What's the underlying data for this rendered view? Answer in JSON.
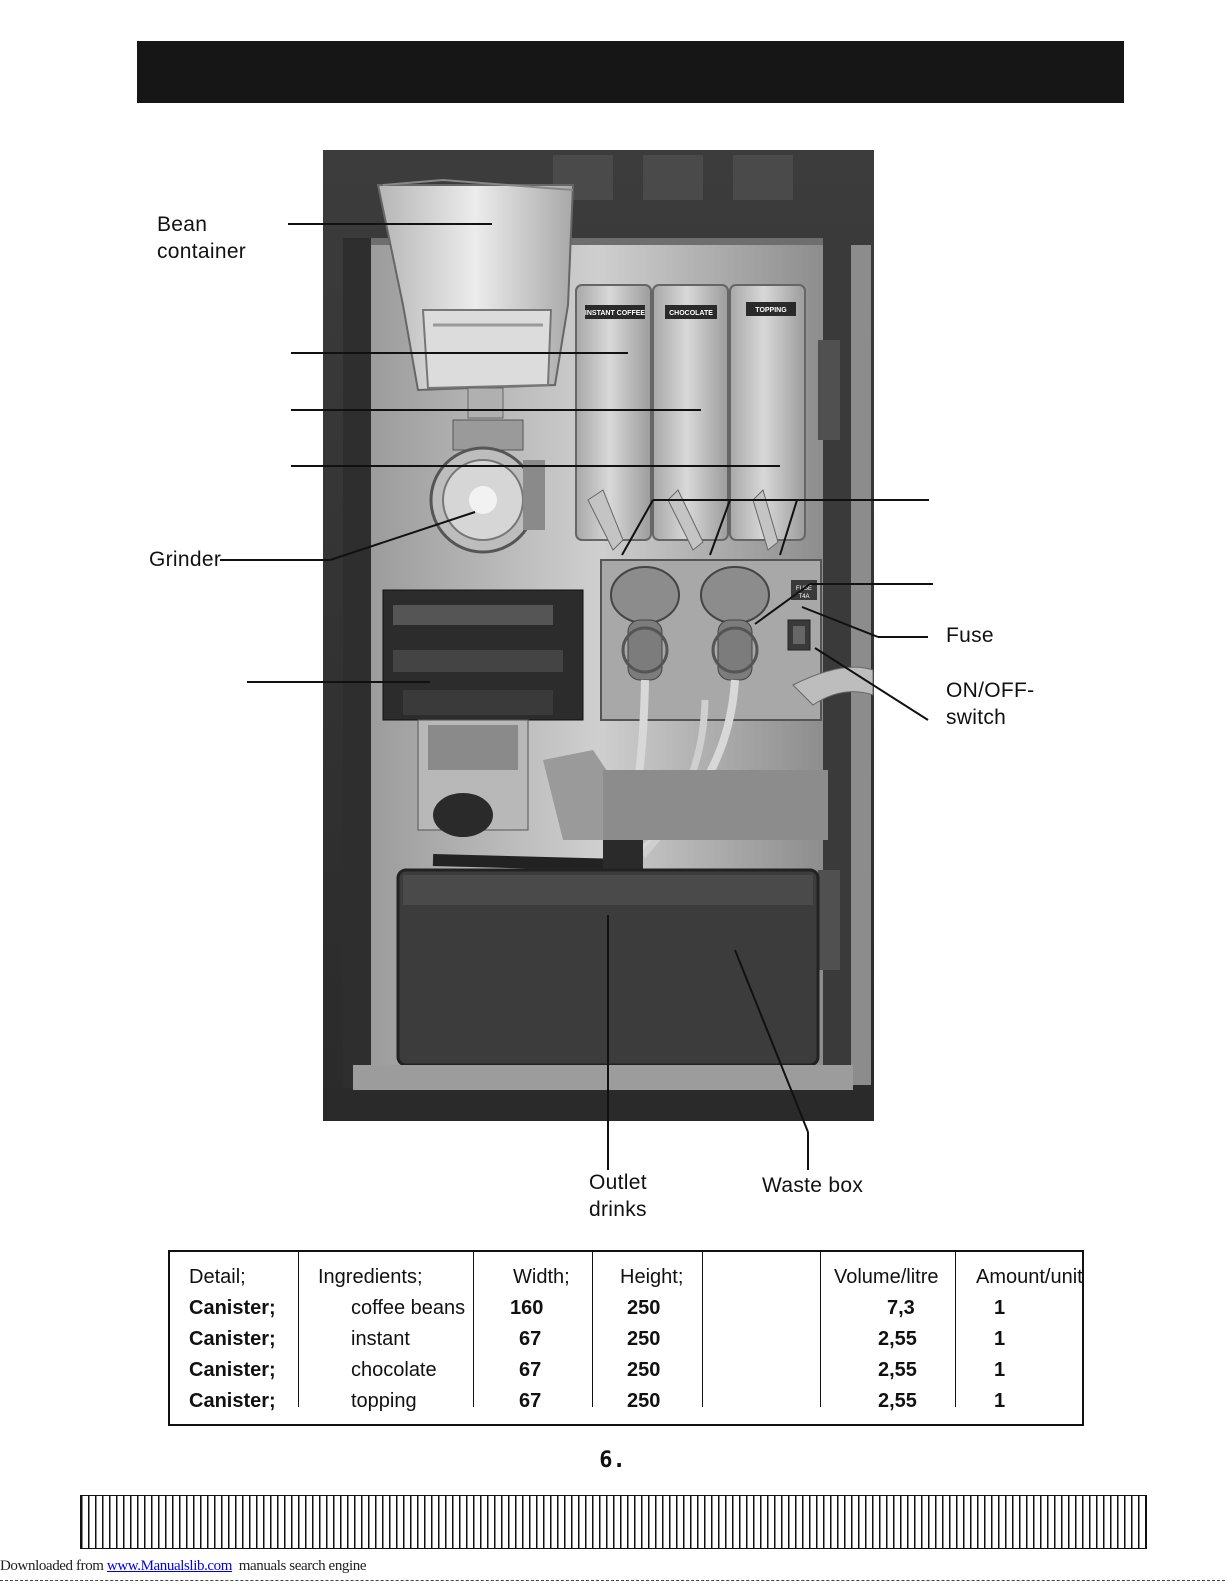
{
  "photo": {
    "canister_labels": [
      "INSTANT COFFEE",
      "CHOCOLATE",
      "TOPPING"
    ],
    "fuse_label": [
      "FUSE",
      "T4A"
    ]
  },
  "callouts": {
    "bean_container": "Bean\ncontainer",
    "grinder": "Grinder",
    "fuse": "Fuse",
    "on_off_switch": "ON/OFF-\nswitch",
    "outlet_drinks": "Outlet\ndrinks",
    "waste_box": "Waste box"
  },
  "table": {
    "headers": {
      "detail": "Detail;",
      "ingredients": "Ingredients;",
      "width": "Width;",
      "height": "Height;",
      "volume": "Volume/litre",
      "amount": "Amount/unit"
    },
    "rows": [
      {
        "detail": "Canister;",
        "ingredient": "coffee beans",
        "width": "160",
        "height": "250",
        "volume": "7,3",
        "amount": "1"
      },
      {
        "detail": "Canister;",
        "ingredient": "instant",
        "width": "67",
        "height": "250",
        "volume": "2,55",
        "amount": "1"
      },
      {
        "detail": "Canister;",
        "ingredient": "chocolate",
        "width": "67",
        "height": "250",
        "volume": "2,55",
        "amount": "1"
      },
      {
        "detail": "Canister;",
        "ingredient": "topping",
        "width": "67",
        "height": "250",
        "volume": "2,55",
        "amount": "1"
      }
    ]
  },
  "page_number": "6.",
  "footer": {
    "prefix": "Downloaded from ",
    "link_text": "www.Manualslib.com",
    "suffix": "  manuals search engine"
  }
}
